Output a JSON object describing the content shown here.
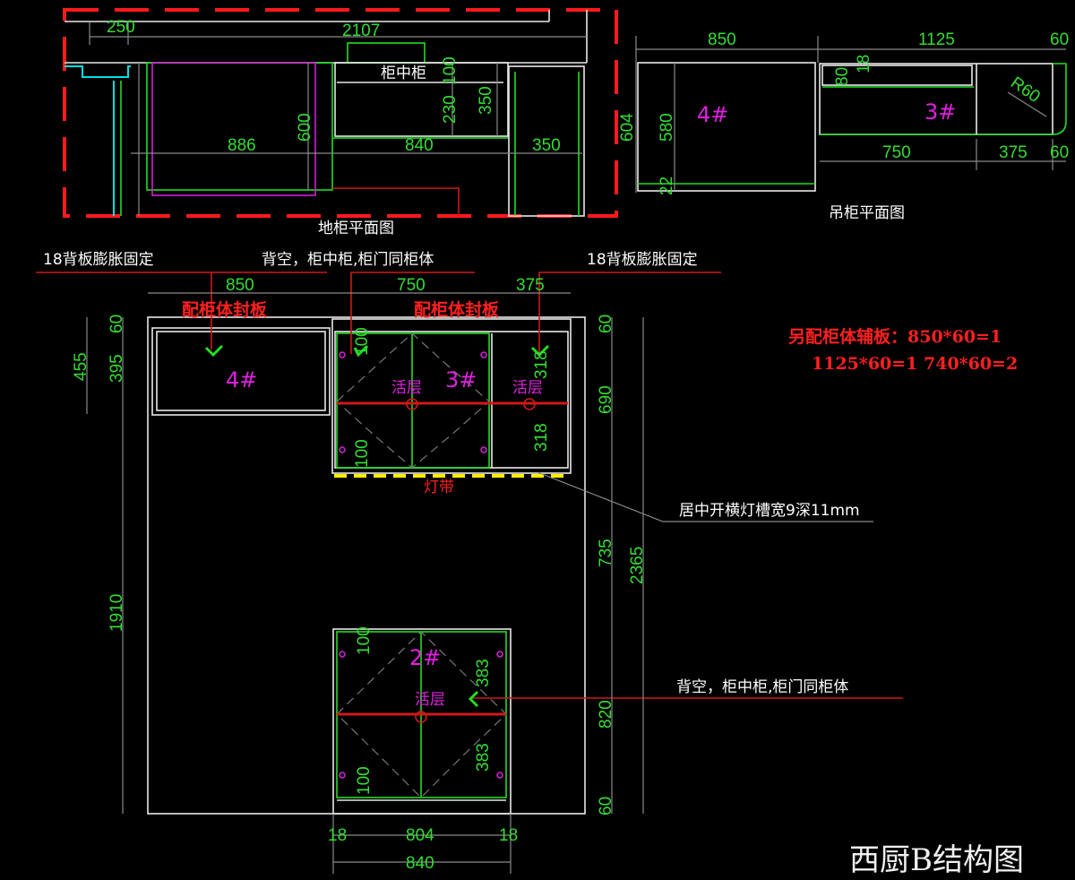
{
  "floor_plan": {
    "title": "地柜平面图",
    "inner_label": "柜中柜",
    "dims": {
      "d250": "250",
      "d2107": "2107",
      "d886": "886",
      "d600": "600",
      "d840": "840",
      "d350": "350",
      "d230": "230",
      "d100": "100",
      "d350b": "350"
    }
  },
  "wall_plan": {
    "title": "吊柜平面图",
    "labels": {
      "c4": "4#",
      "c3": "3#"
    },
    "dims": {
      "d850": "850",
      "d1125": "1125",
      "d60a": "60",
      "d604": "604",
      "d580": "580",
      "d22": "22",
      "d80": "80",
      "d18": "18",
      "d750": "750",
      "d375": "375",
      "d60b": "60",
      "r60": "R60"
    }
  },
  "elevation": {
    "callouts": {
      "left": "18背板膨胀固定",
      "middle": "背空，柜中柜,柜门同柜体",
      "right": "18背板膨胀固定",
      "groove": "居中开横灯槽宽9深11mm",
      "lower": "背空，柜中柜,柜门同柜体"
    },
    "seal_labels": [
      "配柜体封板",
      "配柜体封板"
    ],
    "cabinets": {
      "c4": "4#",
      "c3": "3#",
      "c2": "2#"
    },
    "shelf_labels": [
      "活层",
      "活层",
      "活层"
    ],
    "light_strip": "灯带",
    "dims_top": [
      "850",
      "750",
      "375"
    ],
    "dims_left": {
      "d455": "455",
      "d60": "60",
      "d395": "395",
      "d1910": "1910"
    },
    "dims_right": {
      "d60a": "60",
      "d690": "690",
      "d735": "735",
      "d2365": "2365",
      "d820": "820",
      "d60b": "60"
    },
    "dims_inner": {
      "a100": "100",
      "b100": "100",
      "a318": "318",
      "b318": "318",
      "c100": "100",
      "d100": "100",
      "a383": "383",
      "b383": "383"
    },
    "dims_bottom": {
      "l18": "18",
      "d804": "804",
      "r18": "18",
      "d840": "840"
    }
  },
  "note": {
    "line1": "另配柜体辅板：850*60=1",
    "line2": "1125*60=1 740*60=2"
  },
  "title": "西厨B结构图"
}
